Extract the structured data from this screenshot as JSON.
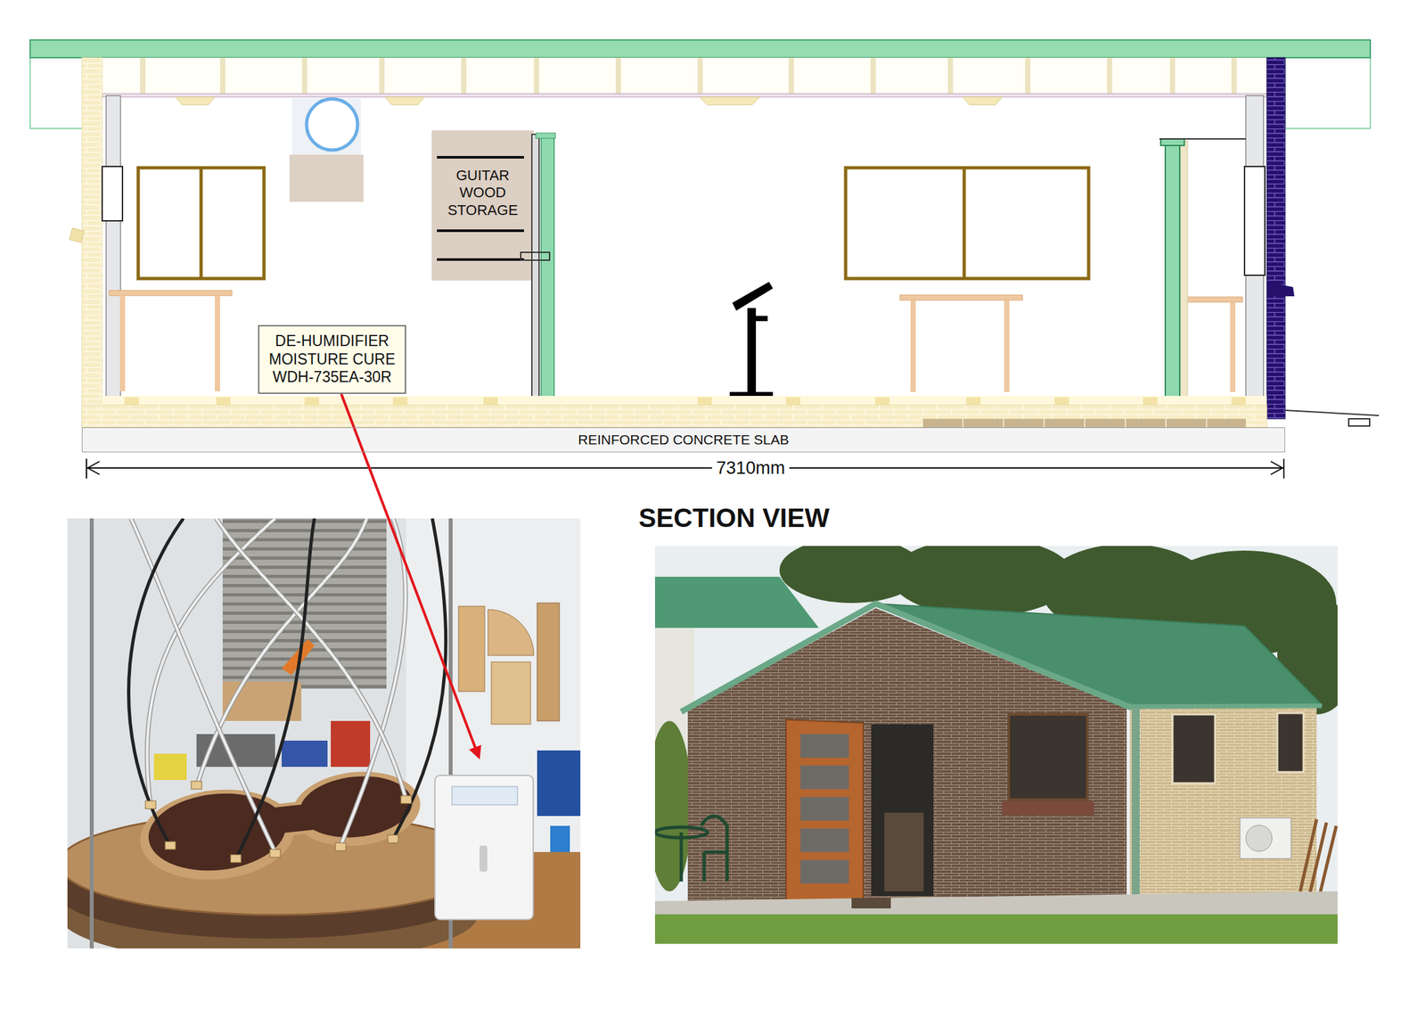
{
  "diagram": {
    "title": "SECTION VIEW",
    "nodes": [
      {
        "text": [
          "GUITAR WOOD STORAGE"
        ]
      },
      {
        "text": [
          "DE-HUMIDIFIER MOISTURE CURE WDH-735EA-30R"
        ]
      },
      {
        "text": [
          "REINFORCED CONCRETE SLAB"
        ]
      }
    ],
    "labels": [
      "7310mm"
    ]
  }
}
